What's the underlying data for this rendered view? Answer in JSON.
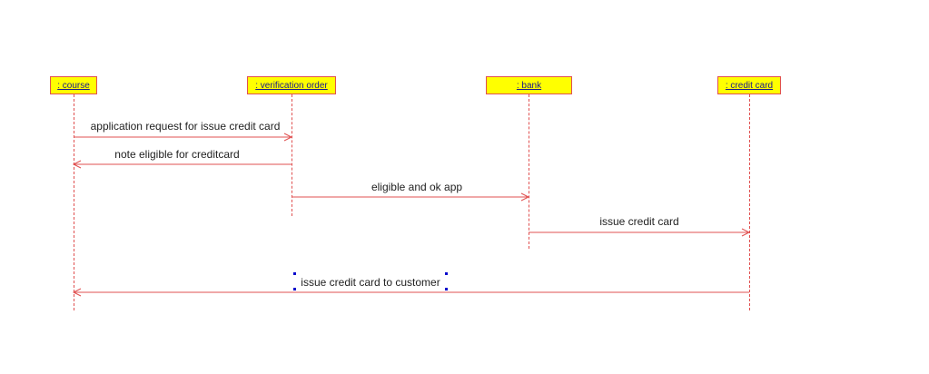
{
  "colors": {
    "lifeline_fill": "#ffff00",
    "lifeline_border": "#e05050",
    "lifeline_text": "#1a1a8c",
    "message_line": "#e05050",
    "selection_handle": "#0000cc"
  },
  "lifelines": [
    {
      "id": "course",
      "label": ": course"
    },
    {
      "id": "verification_order",
      "label": ": verification order"
    },
    {
      "id": "bank",
      "label": ": bank"
    },
    {
      "id": "credit_card",
      "label": ": credit card"
    }
  ],
  "messages": [
    {
      "label": "application request for issue credit card",
      "from": "course",
      "to": "verification_order"
    },
    {
      "label": "note eligible for creditcard",
      "from": "verification_order",
      "to": "course"
    },
    {
      "label": "eligible and ok app",
      "from": "verification_order",
      "to": "bank"
    },
    {
      "label": "issue credit card",
      "from": "bank",
      "to": "credit_card"
    },
    {
      "label": "issue credit card to customer",
      "from": "credit_card",
      "to": "course",
      "selected": true
    }
  ]
}
